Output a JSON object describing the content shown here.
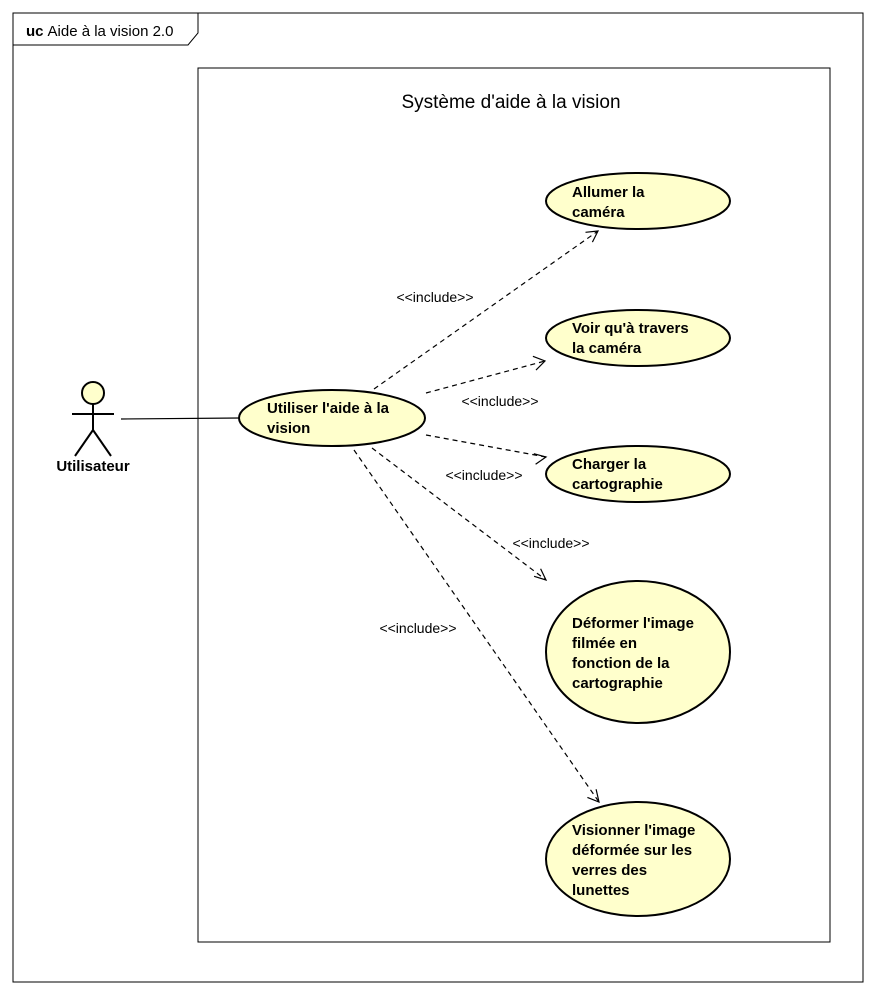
{
  "diagram": {
    "frame_keyword": "uc",
    "frame_title": "Aide à la vision 2.0",
    "system_title": "Système d'aide à la vision",
    "actor": {
      "label": "Utilisateur"
    },
    "main_use_case": {
      "lines": [
        "Utiliser l'aide à la",
        "vision"
      ]
    },
    "use_cases": [
      {
        "lines": [
          "Allumer la",
          "caméra"
        ]
      },
      {
        "lines": [
          "Voir qu'à travers",
          "la caméra"
        ]
      },
      {
        "lines": [
          "Charger la",
          "cartographie"
        ]
      },
      {
        "lines": [
          "Déformer l'image",
          "filmée en",
          "fonction de la",
          "cartographie"
        ]
      },
      {
        "lines": [
          "Visionner l'image",
          "déformée sur les",
          "verres des",
          "lunettes"
        ]
      }
    ],
    "relation_label": "<<include>>",
    "colors": {
      "use_case_fill": "#ffffcc",
      "stroke": "#000000"
    }
  }
}
